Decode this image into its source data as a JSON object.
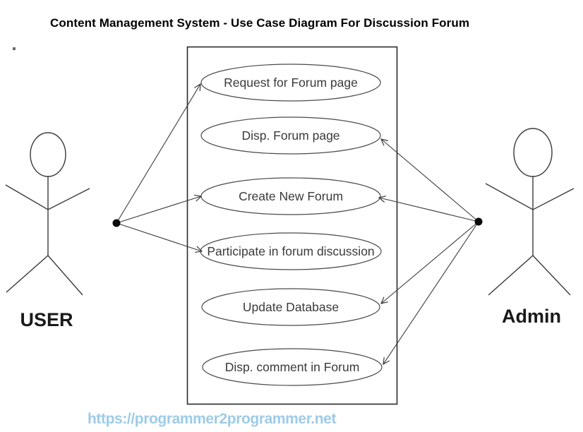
{
  "title": "Content Management System - Use Case Diagram For Discussion Forum",
  "diagram": {
    "actors": {
      "left": {
        "label": "USER"
      },
      "right": {
        "label": "Admin"
      }
    },
    "use_cases": [
      {
        "label": "Request for Forum page"
      },
      {
        "label": "Disp. Forum page"
      },
      {
        "label": "Create New Forum"
      },
      {
        "label": "Participate in forum discussion"
      },
      {
        "label": "Update Database"
      },
      {
        "label": "Disp. comment in Forum"
      }
    ],
    "associations": [
      {
        "from": "USER",
        "to": "Request for Forum page"
      },
      {
        "from": "USER",
        "to": "Create New Forum"
      },
      {
        "from": "USER",
        "to": "Participate in forum discussion"
      },
      {
        "from": "Admin",
        "to": "Disp. Forum page"
      },
      {
        "from": "Admin",
        "to": "Create New Forum"
      },
      {
        "from": "Admin",
        "to": "Update Database"
      },
      {
        "from": "Admin",
        "to": "Disp. comment in Forum"
      }
    ],
    "colors": {
      "line": "#3c3c3c",
      "boundary": "#2b2b2b",
      "label_text": "#3a3a3a",
      "title_text": "#000000",
      "watermark_text": "#9dcbe8"
    }
  },
  "footer": {
    "url": "https://programmer2programmer.net"
  }
}
